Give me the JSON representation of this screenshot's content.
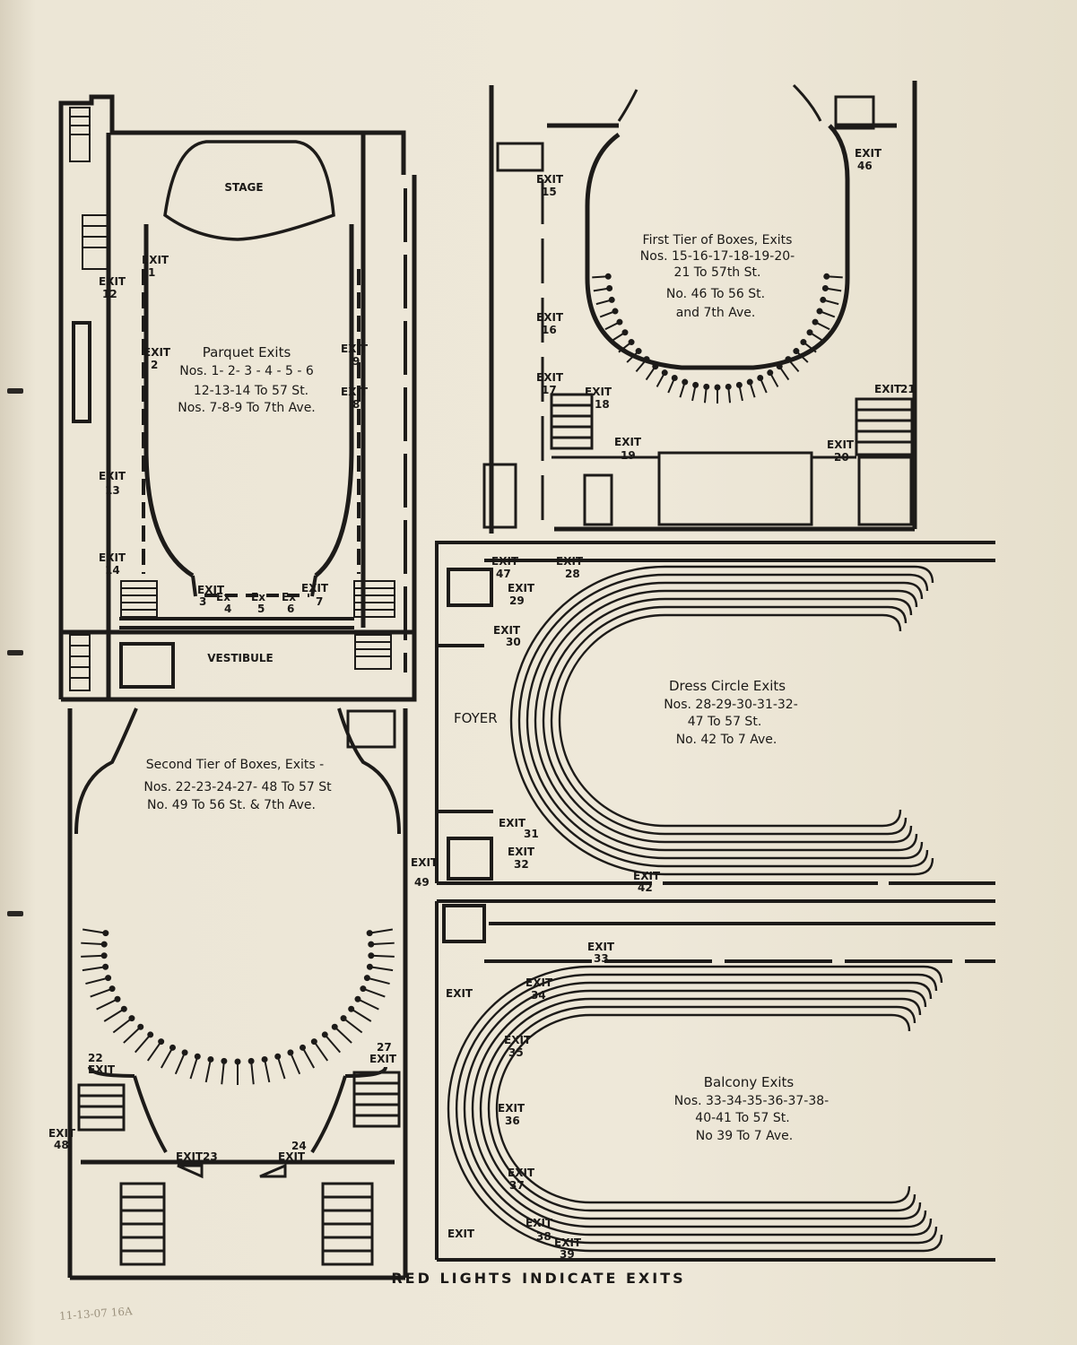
{
  "footer": "RED LIGHTS INDICATE EXITS",
  "archive_mark": "11-13-07 16A",
  "parquet": {
    "stage": "STAGE",
    "vestibule": "VESTIBULE",
    "title": "Parquet Exits",
    "line1": "Nos. 1- 2- 3 - 4 - 5 - 6",
    "line2": "12-13-14  To 57 St.",
    "line3": "Nos. 7-8-9  To 7th Ave.",
    "exits": {
      "e1": "1",
      "e2": "2",
      "e3": "3",
      "e4": "4",
      "e5": "5",
      "e6": "6",
      "e7": "7",
      "e8": "8",
      "e9": "9",
      "e12": "12",
      "e13": "13",
      "e14": "14"
    }
  },
  "first_tier": {
    "title": "First Tier of Boxes, Exits",
    "line1": "Nos. 15-16-17-18-19-20-",
    "line2": "21  To 57th St.",
    "line3": "No. 46 To 56 St.",
    "line4": "and 7th Ave.",
    "exits": {
      "e15": "15",
      "e16": "16",
      "e17": "17",
      "e18": "18",
      "e19": "19",
      "e20": "20",
      "e21": "21",
      "e46": "46"
    }
  },
  "dress_circle": {
    "foyer": "FOYER",
    "title": "Dress Circle Exits",
    "line1": "Nos. 28-29-30-31-32-",
    "line2": "47 To 57 St.",
    "line3": "No. 42  To  7 Ave.",
    "exits": {
      "e28": "28",
      "e29": "29",
      "e30": "30",
      "e31": "31",
      "e32": "32",
      "e42": "42",
      "e47": "47"
    }
  },
  "second_tier": {
    "title": "Second Tier of Boxes, Exits -",
    "line1": "Nos. 22-23-24-27- 48 To 57 St",
    "line2": "No.  49 To 56 St. & 7th Ave.",
    "exits": {
      "e22": "22",
      "e23": "23",
      "e24": "24",
      "e27": "27",
      "e48": "48",
      "e49": "49"
    }
  },
  "balcony": {
    "title": "Balcony Exits",
    "line1": "Nos. 33-34-35-36-37-38-",
    "line2": "40-41 To 57 St.",
    "line3": "No 39  To 7 Ave.",
    "exits": {
      "e33": "33",
      "e34": "34",
      "e35": "35",
      "e36": "36",
      "e37": "37",
      "e38": "38",
      "e39": "39"
    }
  },
  "exit_word": "EXIT",
  "ex_word": "Ex"
}
